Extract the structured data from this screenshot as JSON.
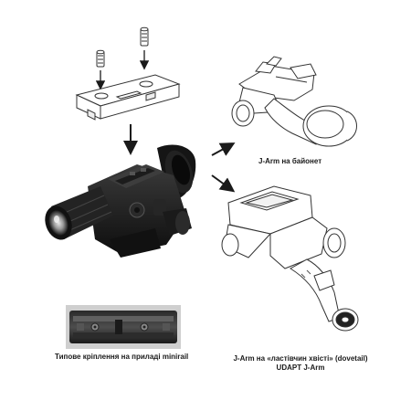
{
  "captions": {
    "bayonet": "J-Arm на байонет",
    "minirail": "Типове кріплення на приладі minirail",
    "dovetail_line1": "J-Arm на «ластівчин хвісті» (dovetail)",
    "dovetail_line2": "UDAPT J-Arm"
  },
  "colors": {
    "arrow": "#1a1a1a",
    "line_art": "#333333",
    "device_body": "#1e1e1e",
    "device_highlight": "#4a4a4a",
    "lens_glow": "#d8d8d8"
  }
}
